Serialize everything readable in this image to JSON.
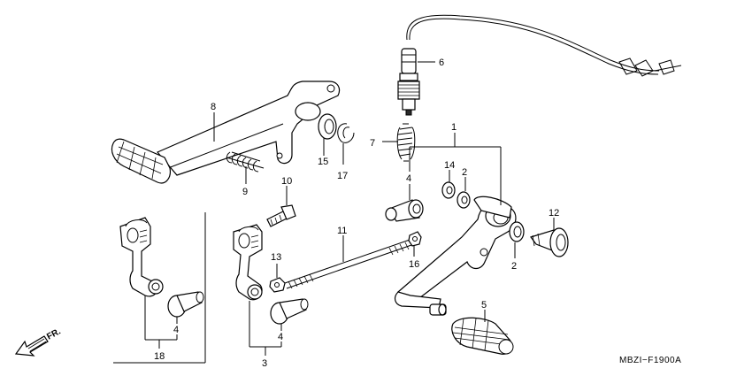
{
  "diagram": {
    "catalog_code": "MBZI−F1900A",
    "forward_label": "FR.",
    "callouts": {
      "c1": "1",
      "c2a": "2",
      "c2b": "2",
      "c3": "3",
      "c4a": "4",
      "c4b": "4",
      "c4c": "4",
      "c5": "5",
      "c6": "6",
      "c7": "7",
      "c8": "8",
      "c9": "9",
      "c10": "10",
      "c11": "11",
      "c12": "12",
      "c13": "13",
      "c14": "14",
      "c15": "15",
      "c16": "16",
      "c17": "17",
      "c18": "18"
    }
  }
}
